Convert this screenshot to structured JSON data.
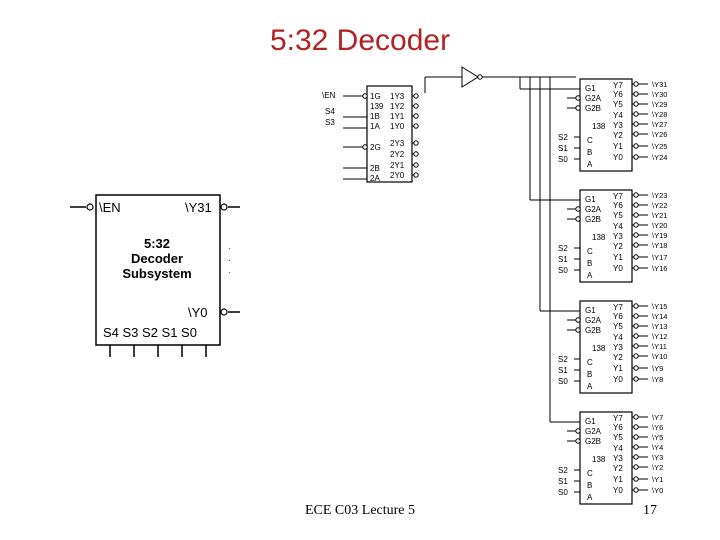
{
  "slide": {
    "title": "5:32 Decoder",
    "footer_course": "ECE C03 Lecture 5",
    "page_number": "17"
  },
  "subsystem": {
    "enable_in": "\\EN",
    "top_out": "\\Y31",
    "name_line1": "5:32",
    "name_line2": "Decoder",
    "name_line3": "Subsystem",
    "bottom_out": "\\Y0",
    "inputs": "S4 S3 S2 S1 S0",
    "ellipsis": ".",
    "out_dots": [
      "·",
      "·",
      "·"
    ]
  },
  "dec139": {
    "enable_in": "\\EN",
    "in_s4": "S4",
    "in_s3": "S3",
    "left": [
      "1G",
      "139",
      "1B",
      "1A",
      "2G",
      "2B",
      "2A"
    ],
    "right": [
      "1Y3",
      "1Y2",
      "1Y1",
      "1Y0",
      "2Y3",
      "2Y2",
      "2Y1",
      "2Y0"
    ]
  },
  "dec138": [
    {
      "g": [
        "G1",
        "G2A",
        "G2B"
      ],
      "num": "138",
      "sel_names": [
        "C",
        "B",
        "A"
      ],
      "ins": [
        "S2",
        "S1",
        "S0"
      ],
      "ys": [
        "Y7",
        "Y6",
        "Y5",
        "Y4",
        "Y3",
        "Y2",
        "Y1",
        "Y0"
      ],
      "outs": [
        "\\Y31",
        "\\Y30",
        "\\Y29",
        "\\Y28",
        "\\Y27",
        "\\Y26",
        "\\Y25",
        "\\Y24"
      ]
    },
    {
      "g": [
        "G1",
        "G2A",
        "G2B"
      ],
      "num": "138",
      "sel_names": [
        "C",
        "B",
        "A"
      ],
      "ins": [
        "S2",
        "S1",
        "S0"
      ],
      "ys": [
        "Y7",
        "Y6",
        "Y5",
        "Y4",
        "Y3",
        "Y2",
        "Y1",
        "Y0"
      ],
      "outs": [
        "\\Y23",
        "\\Y22",
        "\\Y21",
        "\\Y20",
        "\\Y19",
        "\\Y18",
        "\\Y17",
        "\\Y16"
      ]
    },
    {
      "g": [
        "G1",
        "G2A",
        "G2B"
      ],
      "num": "138",
      "sel_names": [
        "C",
        "B",
        "A"
      ],
      "ins": [
        "S2",
        "S1",
        "S0"
      ],
      "ys": [
        "Y7",
        "Y6",
        "Y5",
        "Y4",
        "Y3",
        "Y2",
        "Y1",
        "Y0"
      ],
      "outs": [
        "\\Y15",
        "\\Y14",
        "\\Y13",
        "\\Y12",
        "\\Y11",
        "\\Y10",
        "\\Y9",
        "\\Y8"
      ]
    },
    {
      "g": [
        "G1",
        "G2A",
        "G2B"
      ],
      "num": "138",
      "sel_names": [
        "C",
        "B",
        "A"
      ],
      "ins": [
        "S2",
        "S1",
        "S0"
      ],
      "ys": [
        "Y7",
        "Y6",
        "Y5",
        "Y4",
        "Y3",
        "Y2",
        "Y1",
        "Y0"
      ],
      "outs": [
        "\\Y7",
        "\\Y6",
        "\\Y5",
        "\\Y4",
        "\\Y3",
        "\\Y2",
        "\\Y1",
        "\\Y0"
      ]
    }
  ]
}
